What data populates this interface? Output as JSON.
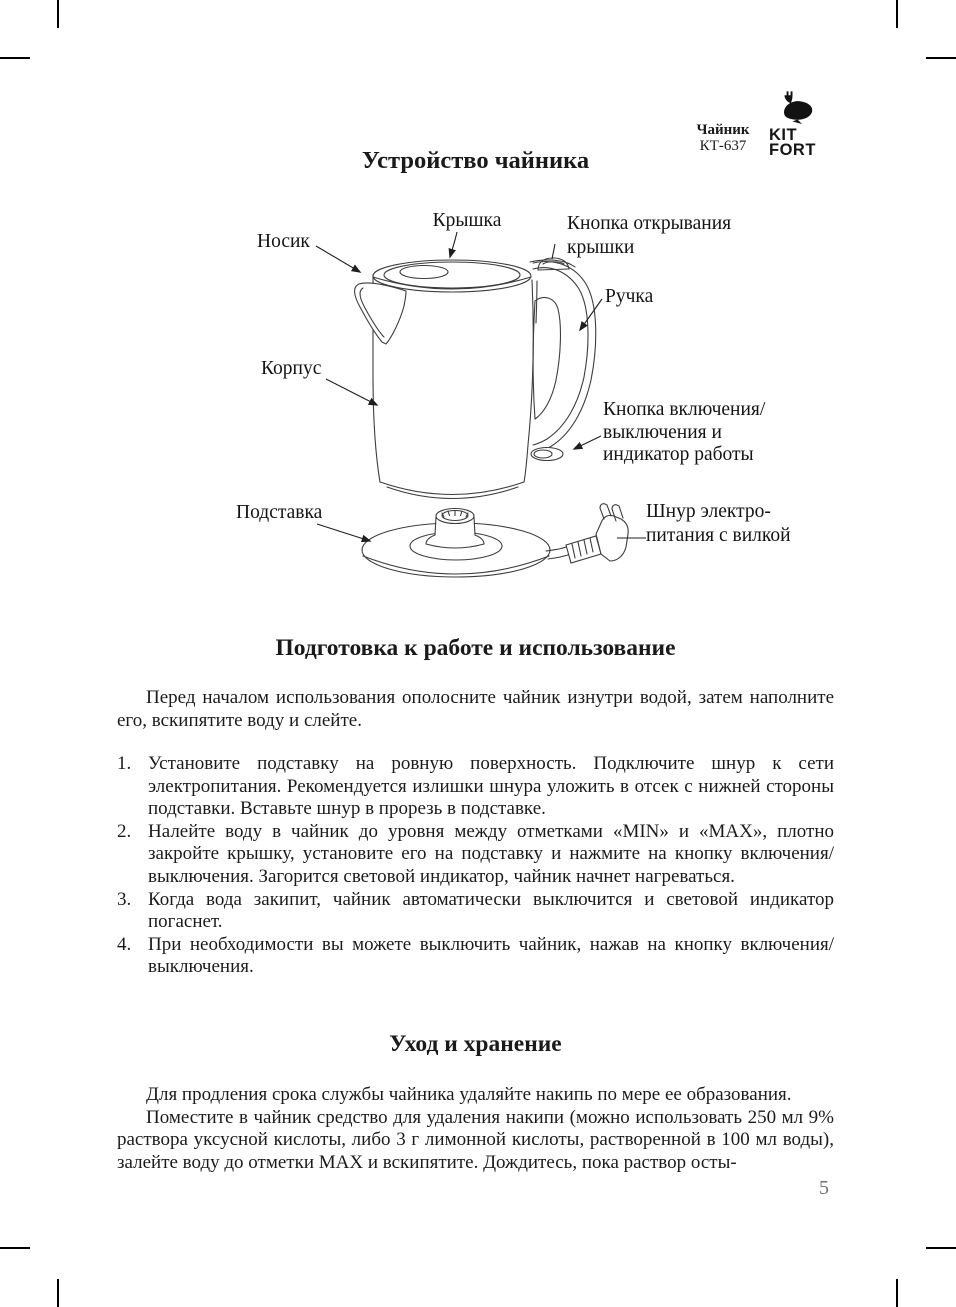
{
  "page": {
    "number": "5"
  },
  "header": {
    "product": "Чайник",
    "model": "КТ-637",
    "brand_line1": "KIT",
    "brand_line2": "FORT",
    "logo_icon": "whale-with-plug-tail"
  },
  "diagram": {
    "title": "Устройство чайника",
    "labels": {
      "lid": "Крышка",
      "lid_open_button": "Кнопка открывания крышки",
      "spout": "Носик",
      "handle": "Ручка",
      "body": "Корпус",
      "power_button": "Кнопка включения/выключения и индикатор работы",
      "base": "Подставка",
      "power_cord": "Шнур электро-питания с вилкой"
    }
  },
  "sections": {
    "preparation": {
      "title": "Подготовка к работе и использование",
      "intro": "Перед началом использования  ополосните чайник изнутри водой, затем наполните его, вскипятите воду и слейте.",
      "items": [
        {
          "num": "1.",
          "text": "Установите подставку на ровную поверхность. Подключите шнур к сети электропитания. Рекомендуется излишки шнура уложить в отсек с нижней стороны подставки. Вставьте шнур в прорезь в подставке."
        },
        {
          "num": "2.",
          "text": "Налейте воду в чайник до уровня между отметками «MIN» и «MAX», плотно закройте крышку, установите его на подставку и нажмите на кнопку включения/выключения. Загорится световой индикатор, чайник начнет нагреваться."
        },
        {
          "num": "3.",
          "text": "Когда вода закипит, чайник автоматически выключится и световой индикатор погаснет."
        },
        {
          "num": "4.",
          "text": "При необходимости вы можете выключить чайник, нажав на кнопку включения/выключения."
        }
      ]
    },
    "care": {
      "title": "Уход и хранение",
      "paragraphs": [
        "Для продления срока службы чайника удаляйте накипь по мере ее образования.",
        "Поместите в чайник средство для удаления накипи (можно использовать 250 мл 9% раствора уксусной кислоты, либо 3 г лимонной кислоты, растворенной в 100 мл воды), залейте воду до отметки MAX и вскипятите. Дождитесь, пока раствор осты-"
      ]
    }
  }
}
